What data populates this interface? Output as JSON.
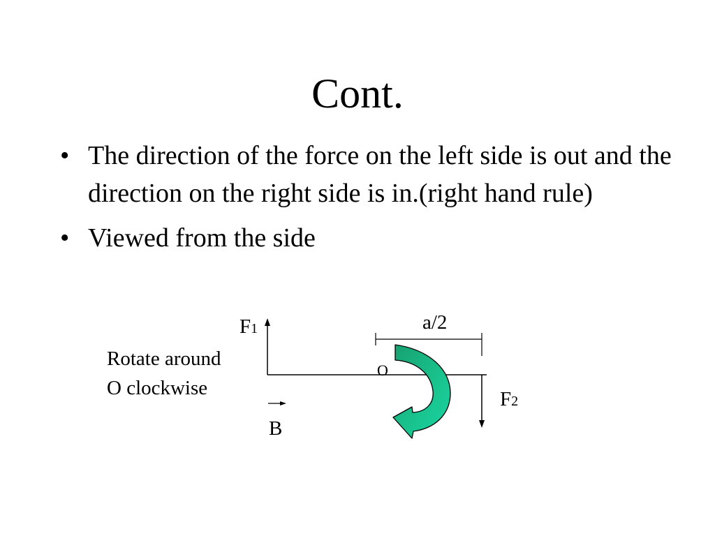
{
  "slide": {
    "title": "Cont.",
    "bullets": [
      "The direction of the force on the left side is out and the direction on the right side is in.(right hand rule)",
      "Viewed from the side"
    ],
    "bullet_glyph": "•"
  },
  "diagram": {
    "f1_label": "F",
    "f1_sub": "1",
    "f2_label": "F",
    "f2_sub": "2",
    "a_label": "a/2",
    "o_label": "O",
    "b_label": "B",
    "note_line1": "Rotate around",
    "note_line2": "O clockwise",
    "arrow_fill": "#1aa878",
    "arrow_fill_light": "#19d4a4"
  }
}
